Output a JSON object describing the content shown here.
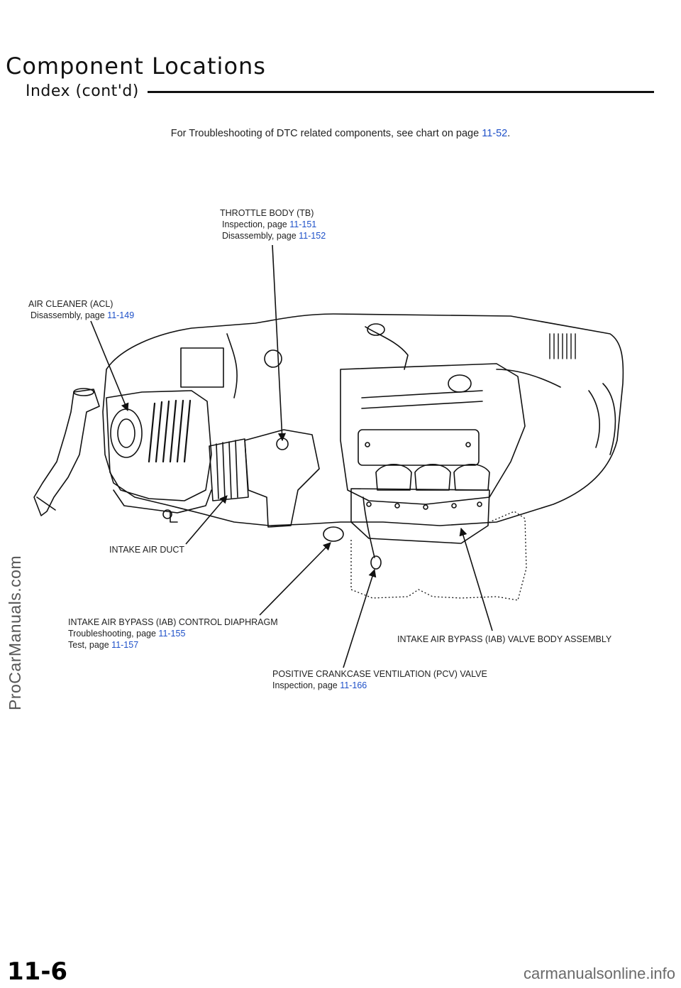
{
  "header": {
    "title": "Component Locations",
    "subtitle": "Index (cont'd)"
  },
  "note": {
    "text": "For Troubleshooting of DTC related components, see chart on page",
    "page": "11-52",
    "end": "."
  },
  "labels": {
    "throttle_body": {
      "name": "THROTTLE BODY (TB)",
      "inspection": "Inspection,  page",
      "inspection_page": "11-151",
      "disassembly": "Disassembly,  page",
      "disassembly_page": "11-152"
    },
    "air_cleaner": {
      "name": "AIR CLEANER (ACL)",
      "disassembly": "Disassembly,  page",
      "disassembly_page": "11-149"
    },
    "intake_air_duct": {
      "name": "INTAKE AIR DUCT"
    },
    "iab_diaphragm": {
      "name": "INTAKE AIR BYPASS (IAB) CONTROL DIAPHRAGM",
      "troubleshooting": "Troubleshooting,  page",
      "troubleshooting_page": "11-155",
      "test": "Test,  page",
      "test_page": "11-157"
    },
    "iab_valve_body": {
      "name": "INTAKE AIR BYPASS (IAB) VALVE BODY ASSEMBLY"
    },
    "pcv_valve": {
      "name": "POSITIVE CRANKCASE VENTILATION (PCV) VALVE",
      "inspection": "Inspection,  page",
      "inspection_page": "11-166"
    }
  },
  "page_number": "11-6",
  "watermarks": {
    "side": "ProCarManuals.com",
    "bottom": "carmanualsonline.info"
  },
  "colors": {
    "link": "#1e50c8",
    "ink": "#111111"
  }
}
